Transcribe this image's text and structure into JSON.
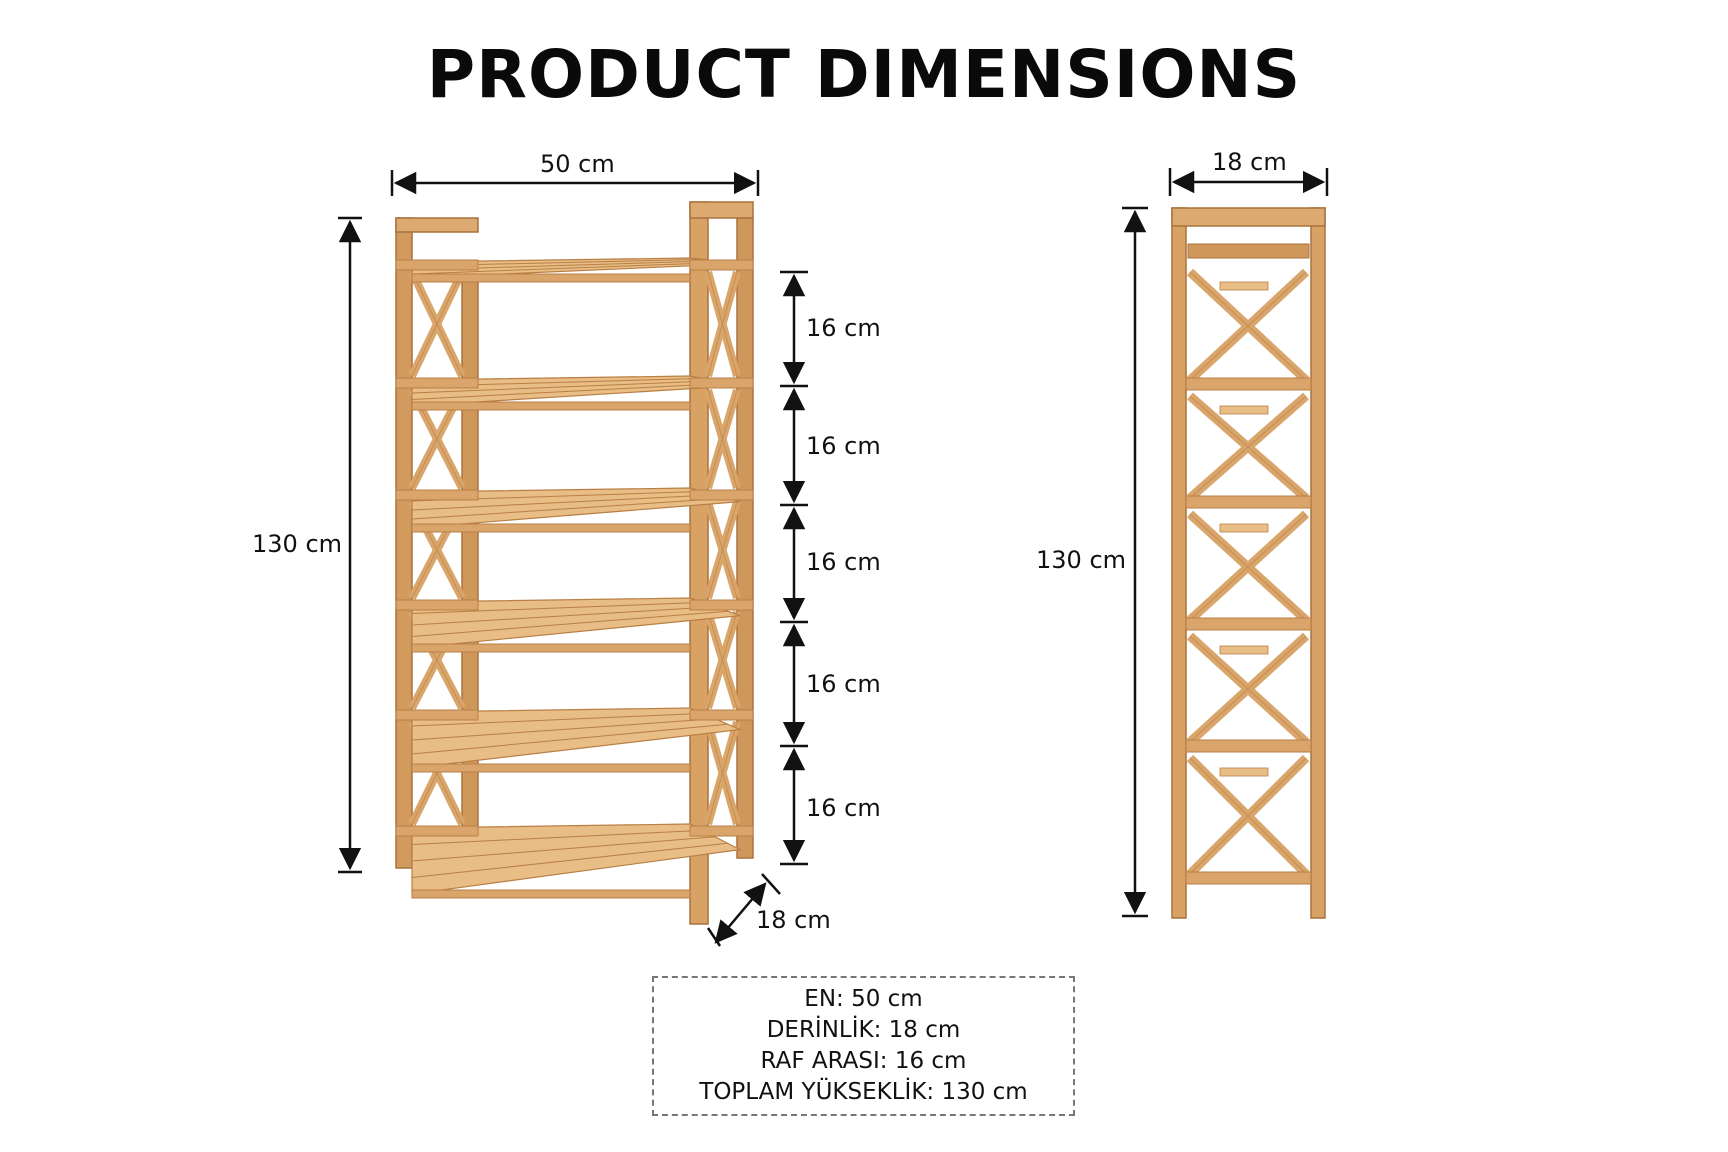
{
  "title": "PRODUCT DIMENSIONS",
  "front": {
    "width_label": "50 cm",
    "height_label": "130 cm",
    "depth_label": "18 cm",
    "spacing_labels": [
      "16 cm",
      "16 cm",
      "16 cm",
      "16 cm",
      "16 cm"
    ]
  },
  "side": {
    "depth_label": "18 cm",
    "height_label": "130 cm"
  },
  "specs": {
    "width": "EN: 50 cm",
    "depth": "DERİNLİK: 18 cm",
    "shelf_spacing": "RAF ARASI: 16 cm",
    "total_height": "TOPLAM YÜKSEKLİK: 130 cm"
  },
  "colors": {
    "wood": "#d9a56a",
    "wood_dark": "#b97f45",
    "wood_light": "#e8bd86",
    "line": "#111111"
  }
}
